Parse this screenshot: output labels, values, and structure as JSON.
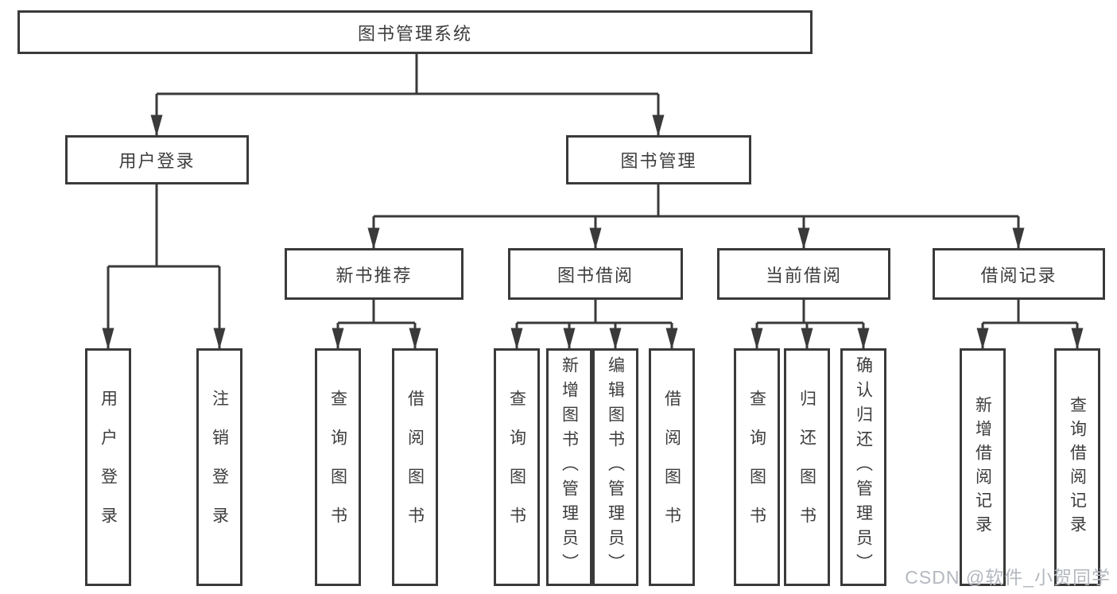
{
  "colors": {
    "line": "#3a3a3a",
    "box_border": "#3a3a3a",
    "text": "#3d3d3d",
    "watermark": "#b3b8bf",
    "background": "#ffffff"
  },
  "diagram": {
    "title": "图书管理系统",
    "root": {
      "label": "图书管理系统"
    },
    "level2": [
      {
        "label": "用户登录"
      },
      {
        "label": "图书管理"
      }
    ],
    "level3": [
      {
        "label": "新书推荐"
      },
      {
        "label": "图书借阅"
      },
      {
        "label": "当前借阅"
      },
      {
        "label": "借阅记录"
      }
    ],
    "leaves": {
      "user_login": [
        "用户登录",
        "注销登录"
      ],
      "new_book": [
        "查询图书",
        "借阅图书"
      ],
      "book_borrow": [
        "查询图书",
        "新增图书（管理员）",
        "编辑图书（管理员）",
        "借阅图书"
      ],
      "current_borrow": [
        "查询图书",
        "归还图书",
        "确认归还（管理员）"
      ],
      "borrow_record": [
        "新增借阅记录",
        "查询借阅记录"
      ]
    }
  },
  "watermark": {
    "text": "CSDN @软件_小贺同学"
  }
}
